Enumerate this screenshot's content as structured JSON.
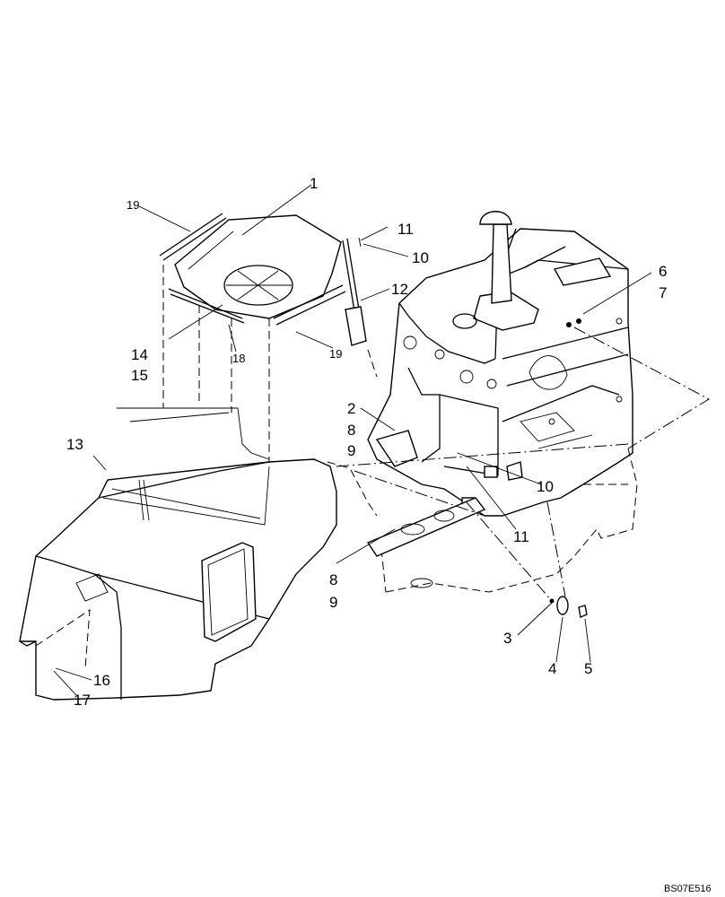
{
  "callouts": {
    "c1": "1",
    "c2": "2",
    "c3": "3",
    "c4": "4",
    "c5": "5",
    "c6": "6",
    "c7": "7",
    "c8a": "8",
    "c8b": "8",
    "c9a": "9",
    "c9b": "9",
    "c10a": "10",
    "c10b": "10",
    "c11a": "11",
    "c11b": "11",
    "c12": "12",
    "c13": "13",
    "c14": "14",
    "c15": "15",
    "c16": "16",
    "c17": "17",
    "c18": "18",
    "c19a": "19",
    "c19b": "19"
  },
  "drawing_ref": "BS07E516"
}
